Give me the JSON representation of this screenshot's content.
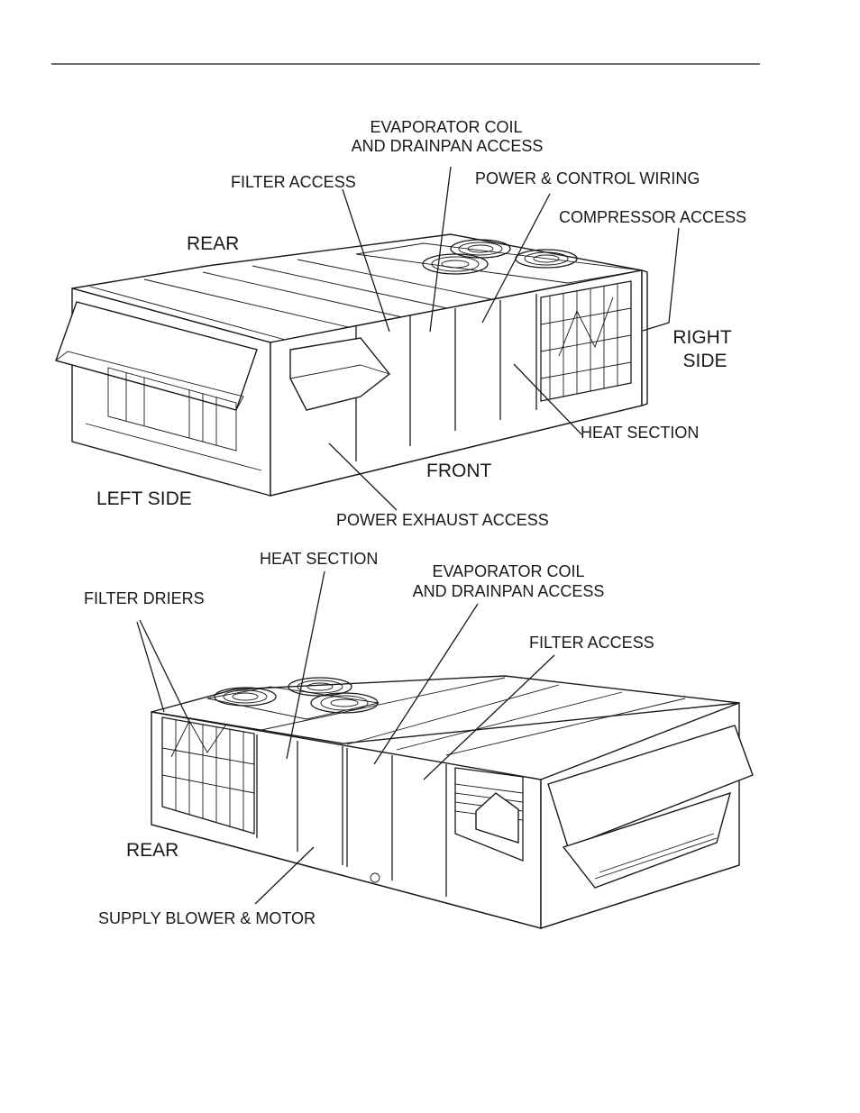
{
  "top_view": {
    "labels": {
      "evap_line1": "EVAPORATOR COIL",
      "evap_line2": "AND DRAINPAN ACCESS",
      "filter": "FILTER ACCESS",
      "power_control": "POWER & CONTROL WIRING",
      "compressor": "COMPRESSOR ACCESS",
      "rear": "REAR",
      "right_line1": "RIGHT",
      "right_line2": "SIDE",
      "heat": "HEAT SECTION",
      "front": "FRONT",
      "left": "LEFT SIDE",
      "power_exhaust": "POWER EXHAUST ACCESS"
    }
  },
  "bottom_view": {
    "labels": {
      "heat": "HEAT SECTION",
      "evap_line1": "EVAPORATOR COIL",
      "evap_line2": "AND DRAINPAN ACCESS",
      "filter_driers": "FILTER DRIERS",
      "filter": "FILTER ACCESS",
      "rear": "REAR",
      "supply_blower": "SUPPLY BLOWER &  MOTOR"
    }
  }
}
